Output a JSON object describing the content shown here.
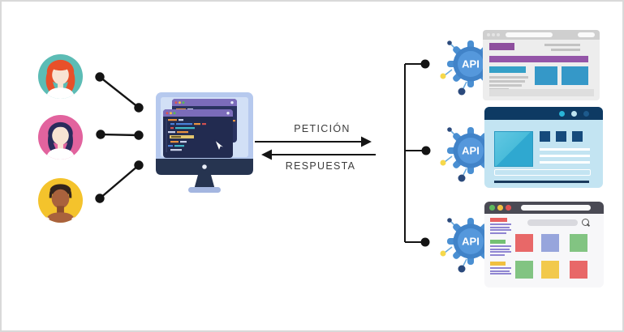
{
  "labels": {
    "request": "PETICIÓN",
    "response": "RESPUESTA",
    "api": "API"
  },
  "entities": {
    "users": [
      {
        "name": "woman-red-hair-avatar",
        "avatar_bg": "#5cbcb5",
        "hair": "#e8502a"
      },
      {
        "name": "woman-dark-hair-avatar",
        "avatar_bg": "#e2639e",
        "hair": "#2a2b5c"
      },
      {
        "name": "man-dark-hair-avatar",
        "avatar_bg": "#f4c32c",
        "skin": "#a9623d"
      }
    ],
    "client": "computer-with-code-editor-windows",
    "endpoints": [
      {
        "name": "api-gear-1",
        "window": "purple-accent-website"
      },
      {
        "name": "api-gear-2",
        "window": "blue-photo-website"
      },
      {
        "name": "api-gear-3",
        "window": "grid-gallery-website"
      }
    ]
  },
  "colors": {
    "connector": "#141414",
    "gear_blue": "#4a8fd2",
    "node_navy": "#2b4a7c",
    "node_yellow": "#f6d84b",
    "monitor_bezel": "#263450",
    "code_header_purple": "#7b6cba",
    "code_body_navy": "#232c52",
    "site1_purple": "#8e4f9e",
    "site1_blue": "#35a0c8",
    "site2_topbar_navy": "#0e3a63",
    "site2_body_blue": "#c3e4f2",
    "site3_topbar_gray": "#4a4a54",
    "tile_red": "#e86868",
    "tile_blue": "#97a5dc",
    "tile_green": "#82c482",
    "tile_yellow": "#f2c94c"
  }
}
